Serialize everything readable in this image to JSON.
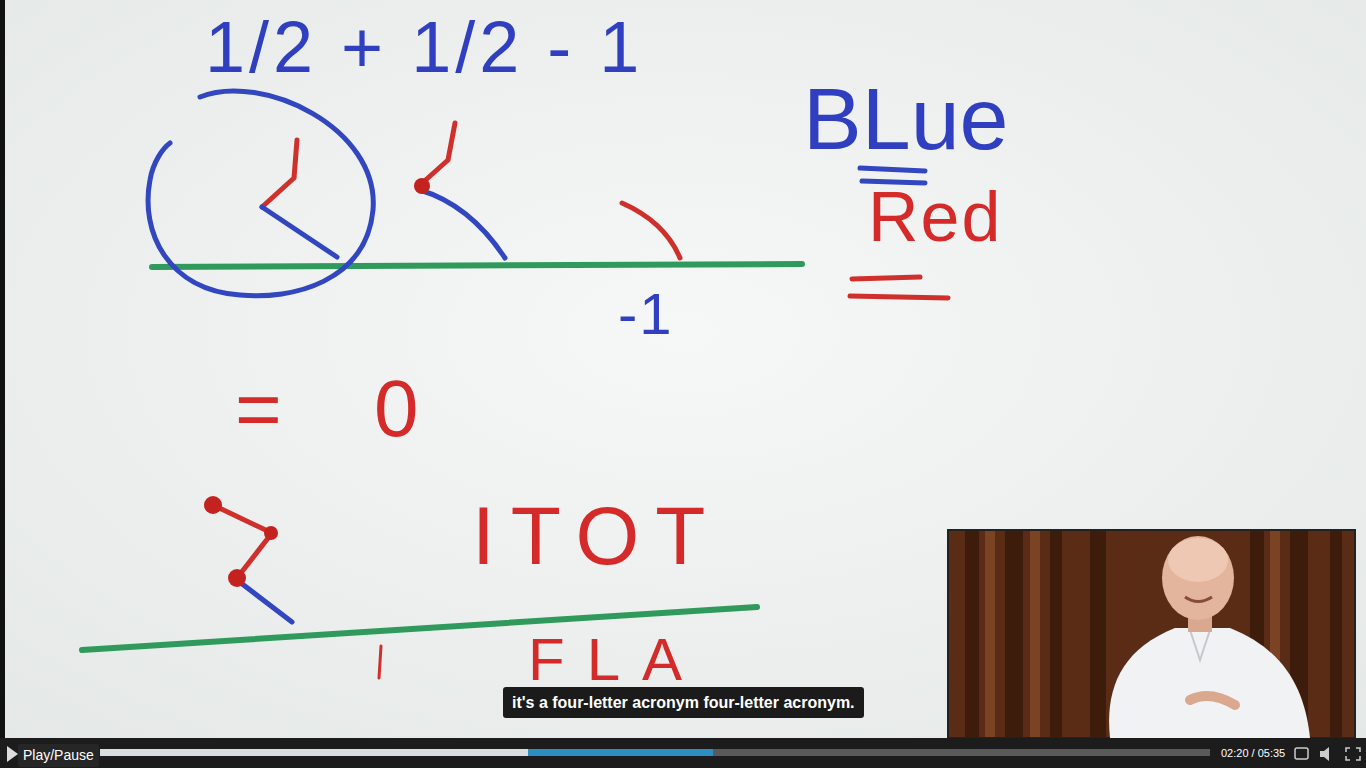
{
  "diagram": {
    "labels": [
      "1/2 + 1/2 - 1",
      "BLue",
      "Red",
      "-1",
      "= 0",
      "ITOT",
      "FLA",
      "it's a four-letter acronym four-letter acronym.",
      "Play/Pause",
      "02:20 / 05:35"
    ]
  }
}
